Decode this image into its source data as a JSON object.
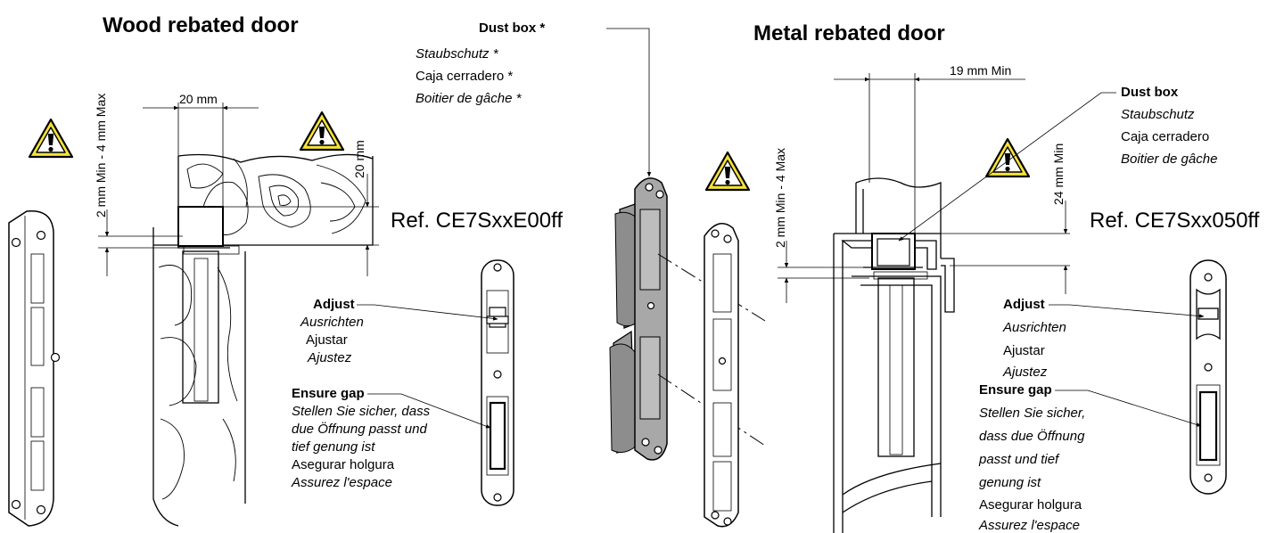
{
  "wood": {
    "title": "Wood rebated door",
    "dim_width": "20 mm",
    "dim_height": "20 mm",
    "dim_gap": "2 mm Min - 4 mm Max",
    "ref": "Ref. CE7SxxE00ff",
    "adjust": [
      "Adjust",
      "Ausrichten",
      "Ajustar",
      "Ajustez"
    ],
    "gap": [
      "Ensure gap",
      "Stellen Sie sicher, dass",
      "due Öffnung passt und",
      "tief genung ist",
      "Asegurar holgura",
      "Assurez l'espace"
    ]
  },
  "dustbox": {
    "labels": [
      "Dust box *",
      "Staubschutz *",
      "Caja cerradero *",
      "Boitier de gâche *"
    ]
  },
  "metal": {
    "title": "Metal rebated door",
    "dim_width": "19 mm Min",
    "dim_height": "24 mm Min",
    "dim_gap": "2 mm Min - 4 Max",
    "ref": "Ref. CE7Sxx050ff",
    "dustbox": [
      "Dust box",
      "Staubschutz",
      "Caja cerradero",
      "Boitier de gâche"
    ],
    "adjust": [
      "Adjust",
      "Ausrichten",
      "Ajustar",
      "Ajustez"
    ],
    "gap": [
      "Ensure gap",
      "Stellen Sie sicher,",
      "dass due Öffnung",
      "passt und tief",
      "genung ist",
      "Asegurar holgura",
      "Assurez l'espace"
    ]
  },
  "colors": {
    "warning_fill": "#f4e23a",
    "outline": "#000000",
    "box_fill": "#9a9a9a"
  },
  "icons": [
    "warning-icon"
  ]
}
